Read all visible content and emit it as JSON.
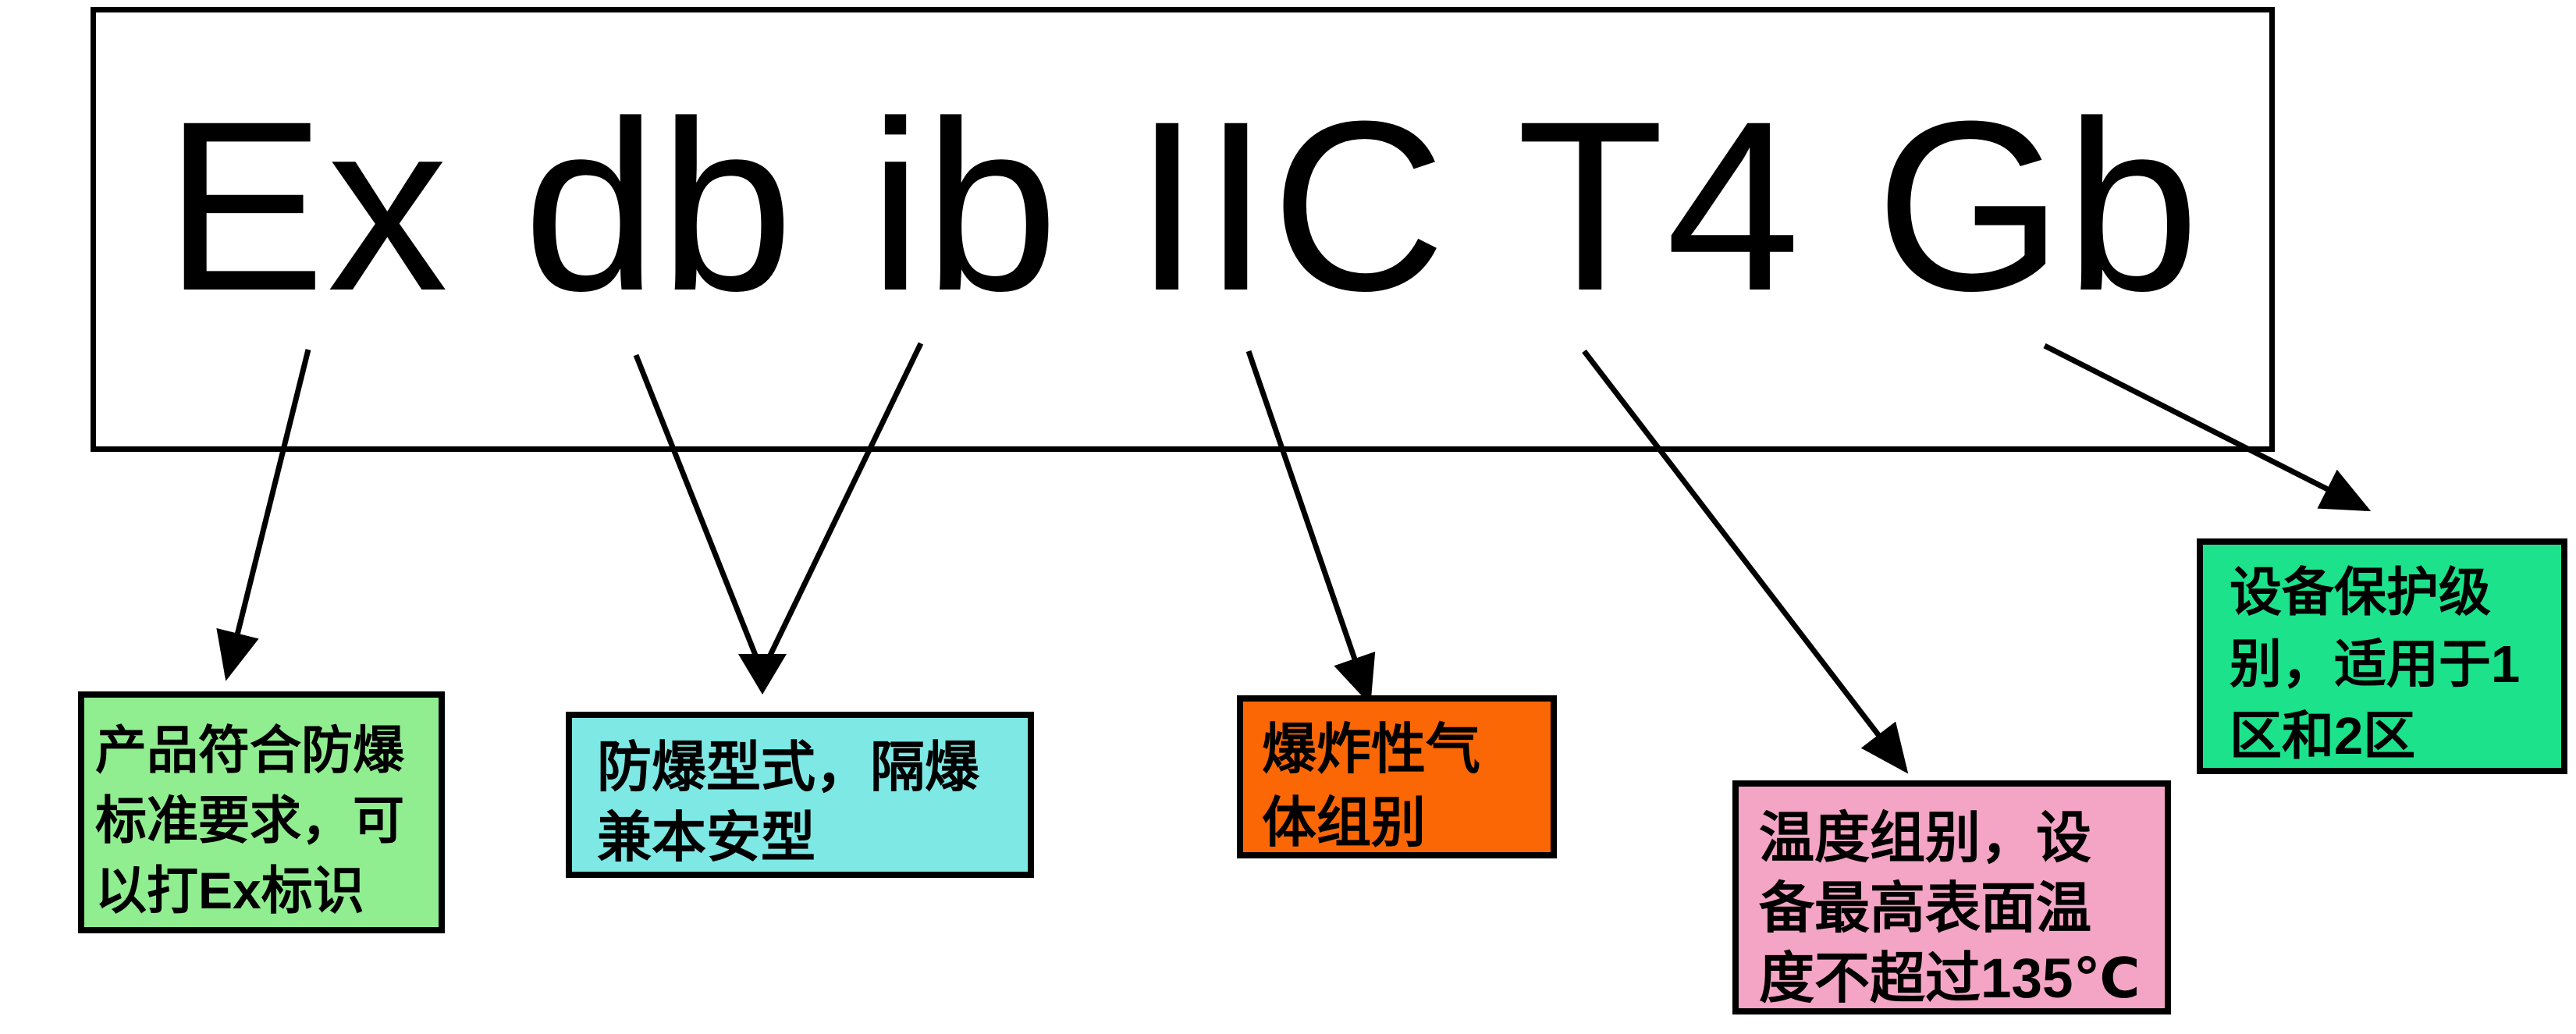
{
  "diagram": {
    "title_code": "Ex db ib IIC T4 Gb",
    "colors": {
      "background": "#FFFFFF",
      "line": "#000000",
      "text": "#000000",
      "ex_box": "#90EE90",
      "dbib_box": "#7EE8E5",
      "iic_box": "#FB6705",
      "t4_box": "#F4A4C4",
      "gb_box": "#1CE28B"
    },
    "annotations": [
      {
        "target": "Ex",
        "text": "产品符合防爆标准要求，可以打Ex标识",
        "lines": [
          "产品符合防爆",
          "标准要求，可",
          "以打Ex标识"
        ],
        "color": "#90EE90"
      },
      {
        "target": "db ib",
        "text": "防爆型式，隔爆兼本安型",
        "lines": [
          "防爆型式，隔爆",
          "兼本安型"
        ],
        "color": "#7EE8E5"
      },
      {
        "target": "IIC",
        "text": "爆炸性气体组别",
        "lines": [
          "爆炸性气",
          "体组别"
        ],
        "color": "#FB6705"
      },
      {
        "target": "T4",
        "text": "温度组别，设备最高表面温度不超过135℃",
        "lines": [
          "温度组别，设",
          "备最高表面温",
          "度不超过135℃"
        ],
        "color": "#F4A4C4"
      },
      {
        "target": "Gb",
        "text": "设备保护级别，适用于1区和2区",
        "lines": [
          "设备保护级",
          "别，适用于1",
          "区和2区"
        ],
        "color": "#1CE28B"
      }
    ]
  }
}
